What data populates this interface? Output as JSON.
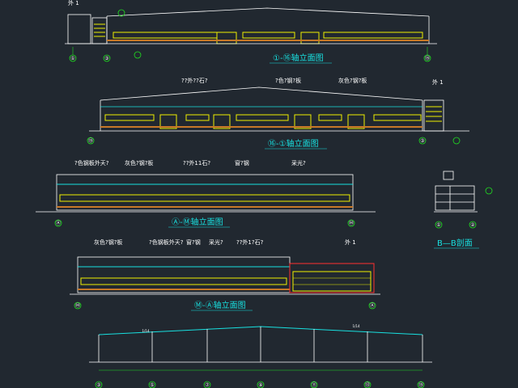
{
  "colors": {
    "background": "#212830",
    "outline": "#ffffff",
    "cyan": "#18e0e0",
    "yellow": "#f0f000",
    "green": "#20e020",
    "red": "#ff3030",
    "brick": "#c87828"
  },
  "elevation_1": {
    "caption": "①-⑯轴立面图",
    "label_left": "外 1",
    "axes": [
      "①",
      "⑮"
    ],
    "markers": [
      "③"
    ]
  },
  "elevation_2": {
    "caption": "⑯-①轴立面图",
    "labels": [
      "??外??石?",
      "?色?钢?板",
      "灰色?钢?板",
      "外 1"
    ],
    "axes": [
      "⑮",
      "③"
    ]
  },
  "elevation_3": {
    "caption": "Ⓐ-Ⓜ轴立面图",
    "labels": [
      "?色钢板外天?",
      "灰色?钢?板",
      "??外11石?",
      "窗?钢",
      "采光?"
    ],
    "axes": [
      "Ⓐ",
      "Ⓜ"
    ]
  },
  "elevation_4": {
    "caption": "Ⓜ-Ⓐ轴立面图",
    "labels": [
      "灰色?钢?板",
      "?色钢板外天?",
      "窗?钢",
      "采光?",
      "??外1?石?",
      "外 1"
    ],
    "axes": [
      "Ⓜ",
      "Ⓐ"
    ]
  },
  "section": {
    "caption": "B—B剖面",
    "axes": [
      "①",
      "②"
    ]
  },
  "frame": {
    "slope_labels": [
      "1/14",
      "1/14"
    ],
    "axes": [
      "③",
      "⑤",
      "⑦",
      "⑨",
      "⑪",
      "⑬",
      "⑮"
    ]
  }
}
